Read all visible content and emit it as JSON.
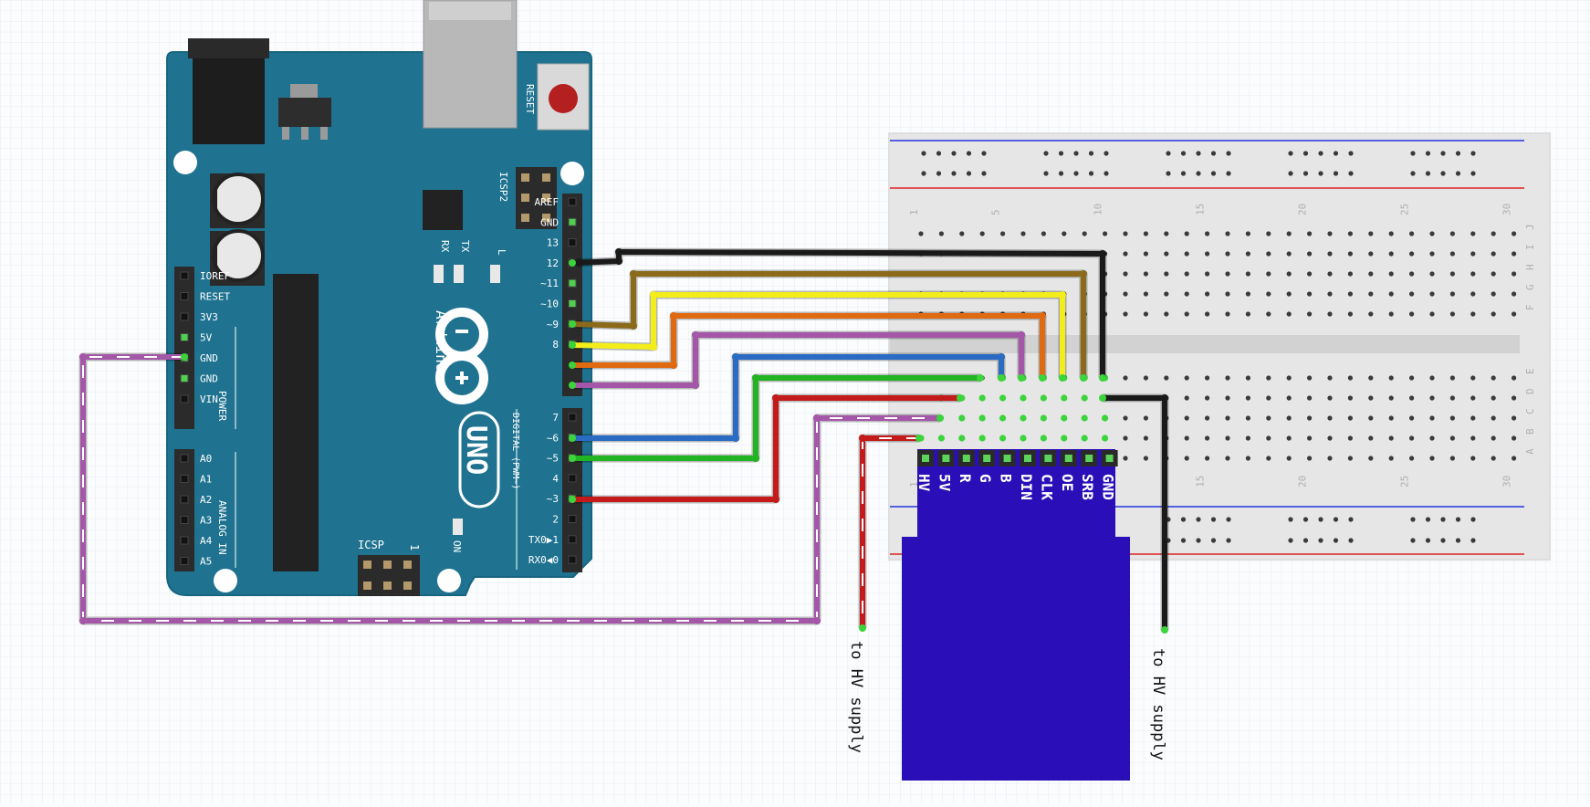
{
  "arduino": {
    "model": "UNO",
    "brand": "Arduino",
    "reset_label": "RESET",
    "icsp2_label": "ICSP2",
    "icsp_label": "ICSP",
    "icsp_pin1_label": "1",
    "on_label": "ON",
    "led_labels": [
      "RX",
      "TX",
      "L"
    ],
    "power_group_label": "POWER",
    "analog_group_label": "ANALOG IN",
    "digital_group_label": "DIGITAL (PWM~)",
    "power_pins": [
      "IOREF",
      "RESET",
      "3V3",
      "5V",
      "GND",
      "GND",
      "VIN"
    ],
    "analog_pins": [
      "A0",
      "A1",
      "A2",
      "A3",
      "A4",
      "A5"
    ],
    "digital_pins_top": [
      "AREF",
      "GND",
      "13",
      "12",
      "~11",
      "~10",
      "~9",
      "8"
    ],
    "digital_pins_bottom": [
      "7",
      "~6",
      "~5",
      "4",
      "~3",
      "2",
      "TX0▶1",
      "RX0◀0"
    ],
    "colors": {
      "board": "#1f7390",
      "edge": "#176680",
      "header": "#2b2b2b"
    }
  },
  "breadboard": {
    "column_numbers": [
      "1",
      "5",
      "10",
      "15",
      "20",
      "25",
      "30"
    ],
    "row_letters": [
      "J",
      "I",
      "H",
      "G",
      "F",
      "E",
      "D",
      "C",
      "B",
      "A"
    ]
  },
  "module": {
    "pin_labels": [
      "HV",
      "5V",
      "R",
      "G",
      "B",
      "DIN",
      "CLK",
      "OE",
      "SRB",
      "GND"
    ],
    "color": "#2a0fb8"
  },
  "external_labels": [
    "to HV supply",
    "to HV supply"
  ],
  "wire_colors": {
    "gnd": "#1a1a1a",
    "brown": "#8b6a1a",
    "yellow": "#f3ee1a",
    "orange": "#e06a10",
    "purple": "#a456a8",
    "blue": "#2a6bc4",
    "green": "#22b422",
    "red": "#c41a1a",
    "hv_purple": "#a456a8",
    "hv_red": "#c41a1a"
  }
}
